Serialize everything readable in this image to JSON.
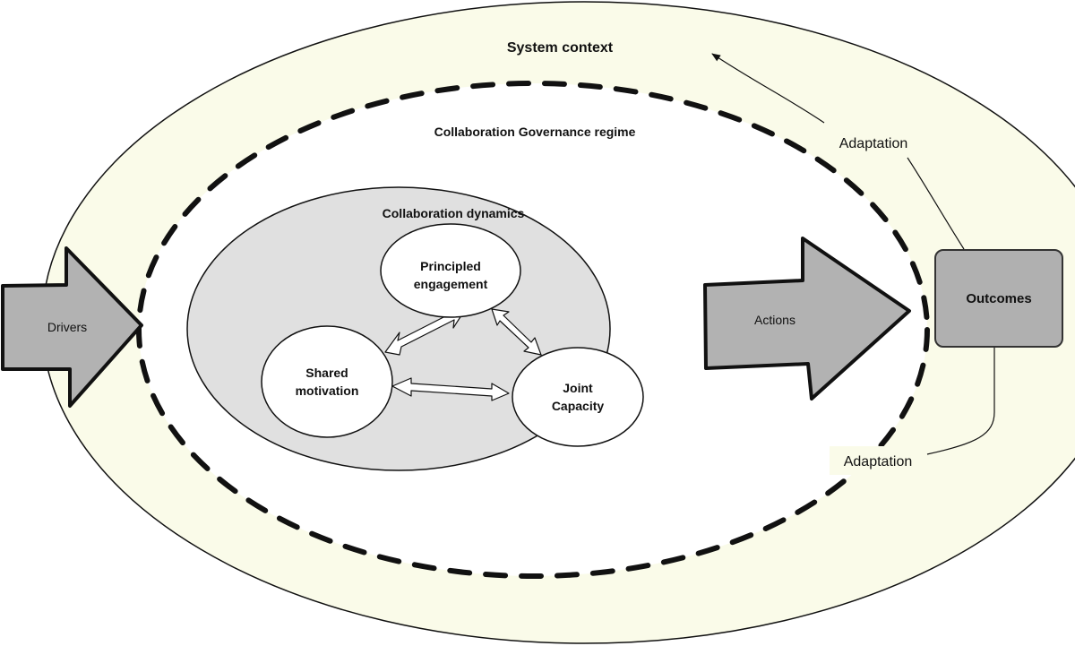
{
  "diagram": {
    "system_context": {
      "label": "System context"
    },
    "governance_regime": {
      "label": "Collaboration Governance regime"
    },
    "collaboration_dynamics": {
      "label": "Collaboration dynamics",
      "nodes": {
        "principled_engagement": {
          "line1": "Principled",
          "line2": "engagement"
        },
        "shared_motivation": {
          "line1": "Shared",
          "line2": "motivation"
        },
        "joint_capacity": {
          "line1": "Joint",
          "line2": "Capacity"
        }
      },
      "links": [
        {
          "from": "Principled engagement",
          "to": "Shared motivation",
          "type": "bidirectional"
        },
        {
          "from": "Principled engagement",
          "to": "Joint Capacity",
          "type": "bidirectional"
        },
        {
          "from": "Shared motivation",
          "to": "Joint Capacity",
          "type": "bidirectional"
        }
      ]
    },
    "drivers": {
      "label": "Drivers"
    },
    "actions": {
      "label": "Actions"
    },
    "outcomes": {
      "label": "Outcomes"
    },
    "adaptation_top": {
      "label": "Adaptation"
    },
    "adaptation_bottom": {
      "label": "Adaptation"
    },
    "colors": {
      "system_context_fill": "#fafbe9",
      "dynamics_fill": "#e0e0e0",
      "arrow_fill": "#b2b2b2",
      "outcomes_fill": "#b0b0b0",
      "node_fill": "#ffffff"
    }
  }
}
